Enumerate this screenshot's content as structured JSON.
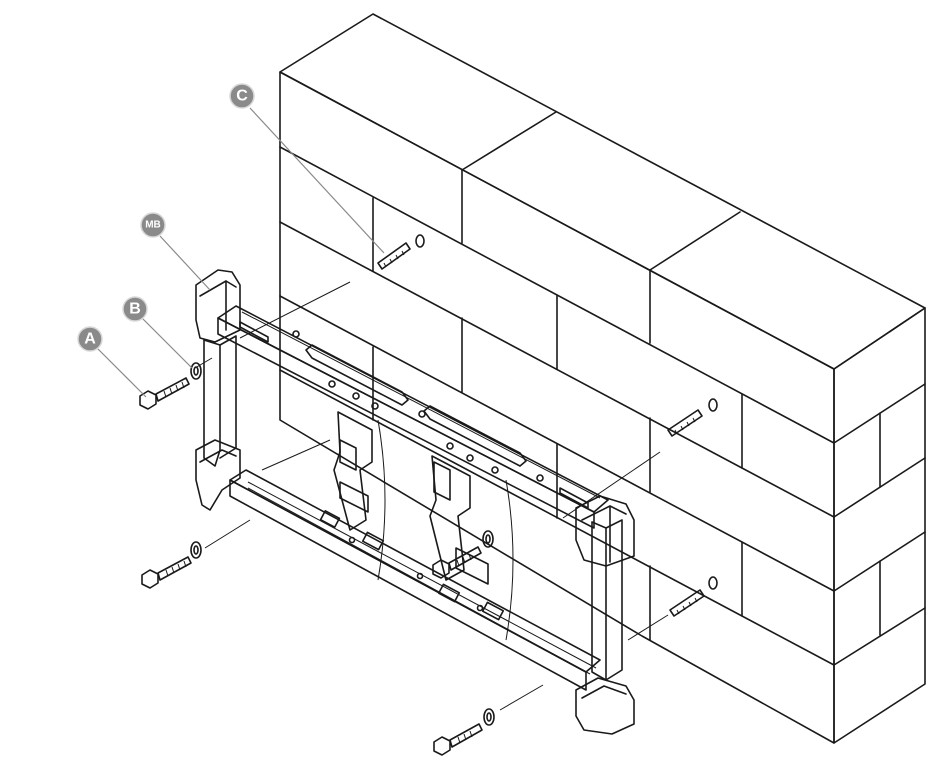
{
  "diagram": {
    "callouts": {
      "A": "A",
      "B": "B",
      "C": "C",
      "MB": "MB"
    },
    "parts": {
      "wall": "brick-wall",
      "bracket": "mounting-bracket",
      "screw": "lag-bolt",
      "washer": "washer",
      "anchor": "wall-anchor"
    },
    "colors": {
      "line": "#1a1a1a",
      "callout_fill": "#8a8a8a",
      "callout_text": "#ffffff",
      "background": "#ffffff"
    }
  }
}
